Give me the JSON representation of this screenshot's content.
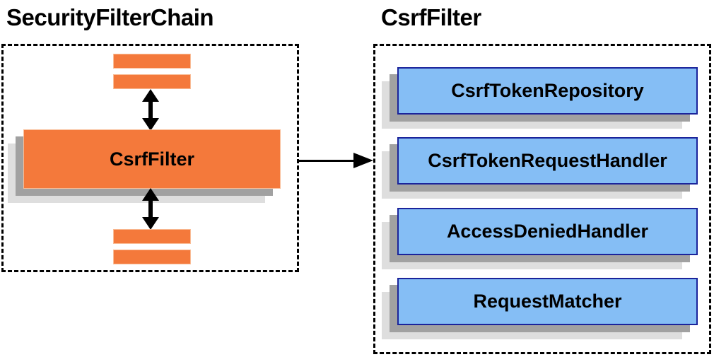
{
  "left_panel": {
    "title": "SecurityFilterChain",
    "filter_box_label": "CsrfFilter"
  },
  "right_panel": {
    "title": "CsrfFilter",
    "components": [
      {
        "label": "CsrfTokenRepository"
      },
      {
        "label": "CsrfTokenRequestHandler"
      },
      {
        "label": "AccessDeniedHandler"
      },
      {
        "label": "RequestMatcher"
      }
    ]
  },
  "colors": {
    "shape_orange": "#F4793B",
    "shape_orange_border": "#F9BD97",
    "shape_blue": "#85BEF5",
    "shape_blue_border": "#1B249B",
    "shadow_dark": "#A1A1A1",
    "shadow_light": "#DEDEDE",
    "line_black": "#000000",
    "background": "#FFFFFF"
  }
}
